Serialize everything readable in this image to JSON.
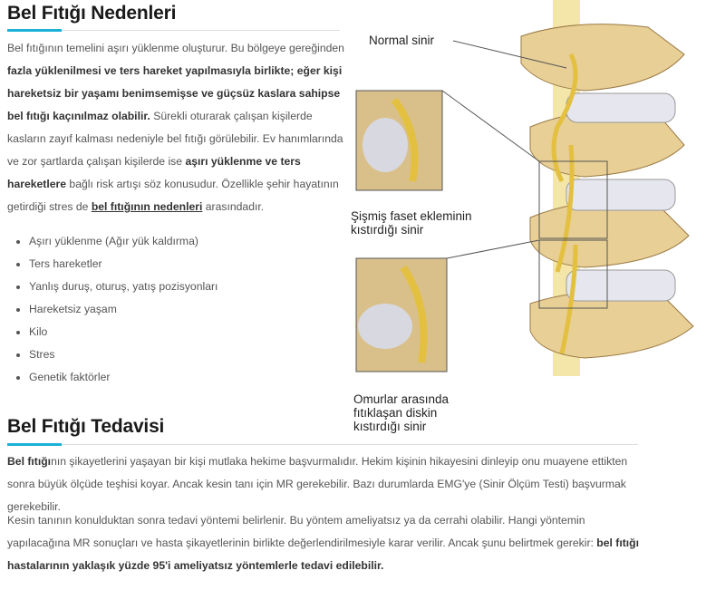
{
  "section1": {
    "title": "Bel Fıtığı Nedenleri",
    "p_a": "Bel fıtığının temelini aşırı yüklenme oluşturur. Bu bölgeye gereğinden ",
    "p_b": "fazla yüklenilmesi ve ters hareket yapılmasıyla birlikte; eğer kişi hareketsiz bir yaşamı benimsemişse ve güçsüz kaslara sahipse bel fıtığı kaçınılmaz olabilir.",
    "p_c": " Sürekli oturarak çalışan kişilerde kasların zayıf kalması nedeniyle bel fıtığı görülebilir. Ev hanımlarında ve zor şartlarda çalışan kişilerde ise ",
    "p_d": "aşırı yüklenme ve ters hareketlere",
    "p_e": " bağlı risk artışı söz konusudur. Özellikle şehir hayatının getirdiği stres de ",
    "p_link": "bel fıtığının nedenleri",
    "p_f": " arasındadır.",
    "list": [
      "Aşırı yüklenme (Ağır yük kaldırma)",
      "Ters hareketler",
      "Yanlış duruş, oturuş, yatış pozisyonları",
      "Hareketsiz yaşam",
      "Kilo",
      "Stres",
      "Genetik faktörler"
    ]
  },
  "figure": {
    "label_normal": "Normal sinir",
    "label_facet_1": "Şişmiş faset ekleminin",
    "label_facet_2": "kıstırdığı sinir",
    "label_disc_1": "Omurlar arasında",
    "label_disc_2": "fıtıklaşan diskin",
    "label_disc_3": "kıstırdığı sinir"
  },
  "section2": {
    "title": "Bel Fıtığı Tedavisi",
    "p1_bold": "Bel fıtığı",
    "p1_rest": "nın şikayetlerini yaşayan bir kişi mutlaka hekime başvurmalıdır. Hekim kişinin hikayesini dinleyip onu muayene ettikten sonra büyük ölçüde teşhisi koyar. Ancak kesin tanı için MR gerekebilir. Bazı durumlarda EMG'ye (Sinir Ölçüm Testi) başvurmak gerekebilir.",
    "p2_a": "Kesin tanının konulduktan sonra tedavi yöntemi belirlenir. Bu yöntem ameliyatsız ya da cerrahi olabilir. Hangi yöntemin yapılacağına MR sonuçları ve hasta şikayetlerinin birlikte değerlendirilmesiyle karar verilir. Ancak şunu belirtmek gerekir: ",
    "p2_bold": "bel fıtığı hastalarının yaklaşık yüzde 95'i ameliyatsız yöntemlerle tedavi edilebilir."
  }
}
